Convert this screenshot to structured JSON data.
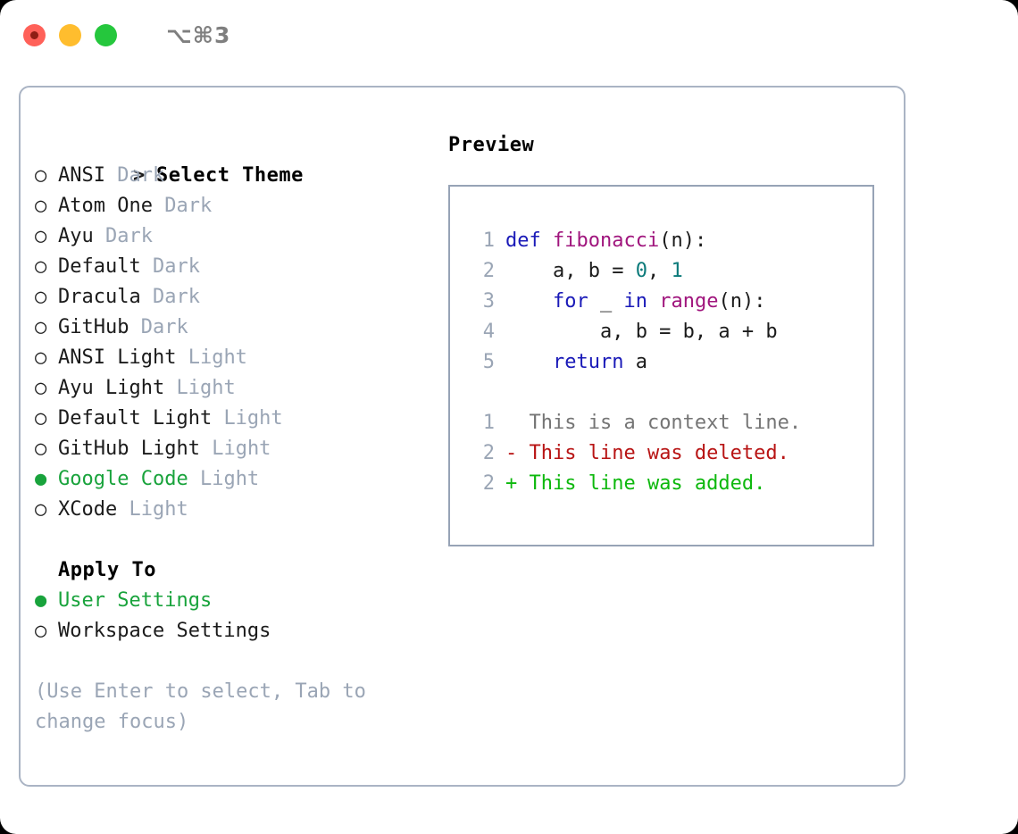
{
  "window": {
    "traffic_lights": [
      "close-red",
      "minimize-yellow",
      "zoom-green"
    ],
    "shortcut": "⌥⌘3",
    "accent_green": "#19a33c",
    "border_color": "#aab4c4"
  },
  "theme_list": {
    "heading_marker": ">",
    "heading": "Select Theme",
    "marker_unselected": "○",
    "marker_selected": "●",
    "items": [
      {
        "name": "ANSI",
        "kind": "Dark",
        "selected": false
      },
      {
        "name": "Atom One",
        "kind": "Dark",
        "selected": false
      },
      {
        "name": "Ayu",
        "kind": "Dark",
        "selected": false
      },
      {
        "name": "Default",
        "kind": "Dark",
        "selected": false
      },
      {
        "name": "Dracula",
        "kind": "Dark",
        "selected": false
      },
      {
        "name": "GitHub",
        "kind": "Dark",
        "selected": false
      },
      {
        "name": "ANSI Light",
        "kind": "Light",
        "selected": false
      },
      {
        "name": "Ayu Light",
        "kind": "Light",
        "selected": false
      },
      {
        "name": "Default Light",
        "kind": "Light",
        "selected": false
      },
      {
        "name": "GitHub Light",
        "kind": "Light",
        "selected": false
      },
      {
        "name": "Google Code",
        "kind": "Light",
        "selected": true
      },
      {
        "name": "XCode",
        "kind": "Light",
        "selected": false
      }
    ]
  },
  "apply_to": {
    "heading": "Apply To",
    "items": [
      {
        "label": "User Settings",
        "selected": true
      },
      {
        "label": "Workspace Settings",
        "selected": false
      }
    ]
  },
  "hint": "(Use Enter to select, Tab to change focus)",
  "preview": {
    "title": "Preview",
    "code_lines": [
      {
        "no": "1",
        "tokens": [
          {
            "t": "def",
            "c": "kw"
          },
          {
            "t": " ",
            "c": "pl"
          },
          {
            "t": "fibonacci",
            "c": "fn"
          },
          {
            "t": "(n):",
            "c": "pl"
          }
        ]
      },
      {
        "no": "2",
        "tokens": [
          {
            "t": "    a, b = ",
            "c": "pl"
          },
          {
            "t": "0",
            "c": "num"
          },
          {
            "t": ", ",
            "c": "pl"
          },
          {
            "t": "1",
            "c": "num"
          }
        ]
      },
      {
        "no": "3",
        "tokens": [
          {
            "t": "    ",
            "c": "pl"
          },
          {
            "t": "for",
            "c": "kw"
          },
          {
            "t": " _ ",
            "c": "pl"
          },
          {
            "t": "in",
            "c": "kw"
          },
          {
            "t": " ",
            "c": "pl"
          },
          {
            "t": "range",
            "c": "fn"
          },
          {
            "t": "(n):",
            "c": "pl"
          }
        ]
      },
      {
        "no": "4",
        "tokens": [
          {
            "t": "        a, b = b, a + b",
            "c": "pl"
          }
        ]
      },
      {
        "no": "5",
        "tokens": [
          {
            "t": "    ",
            "c": "pl"
          },
          {
            "t": "return",
            "c": "kw"
          },
          {
            "t": " a",
            "c": "pl"
          }
        ]
      }
    ],
    "diff_lines": [
      {
        "no": "1",
        "sign": " ",
        "text": "This is a context line.",
        "kind": "d-ctx"
      },
      {
        "no": "2",
        "sign": "-",
        "text": "This line was deleted.",
        "kind": "d-del"
      },
      {
        "no": "2",
        "sign": "+",
        "text": "This line was added.",
        "kind": "d-add"
      }
    ]
  },
  "colors": {
    "keyword": "#1a1ab8",
    "function": "#a0157d",
    "number": "#0b7a7a",
    "plain": "#1b1b1b",
    "line_number": "#9aa5b5",
    "diff_context": "#757575",
    "diff_deleted": "#b81414",
    "diff_added": "#0db80d"
  }
}
